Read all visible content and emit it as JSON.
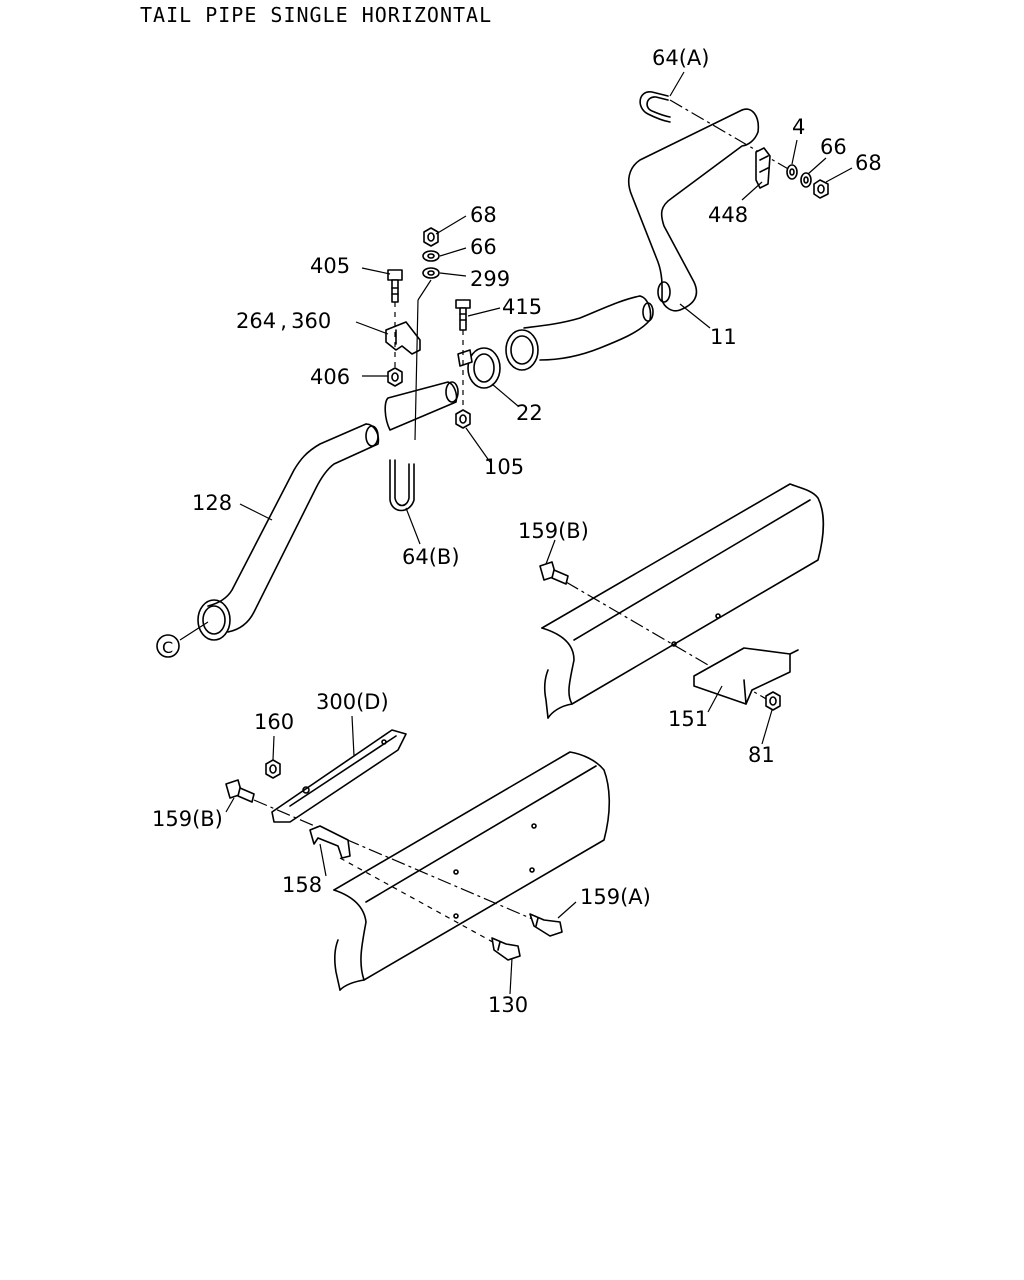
{
  "title": "TAIL PIPE SINGLE HORIZONTAL",
  "callouts": {
    "p64a": "64(A)",
    "p4": "4",
    "p66r": "66",
    "p68r": "68",
    "p448": "448",
    "p68": "68",
    "p66": "66",
    "p299": "299",
    "p405": "405",
    "p415": "415",
    "p264": "264 , 360",
    "p11": "11",
    "p406": "406",
    "p22": "22",
    "p105": "105",
    "p128": "128",
    "p64b": "64(B)",
    "p159b_top": "159(B)",
    "pC": "C",
    "p300d": "300(D)",
    "p160": "160",
    "p151": "151",
    "p81": "81",
    "p159b_left": "159(B)",
    "p158": "158",
    "p159a": "159(A)",
    "p130": "130"
  }
}
